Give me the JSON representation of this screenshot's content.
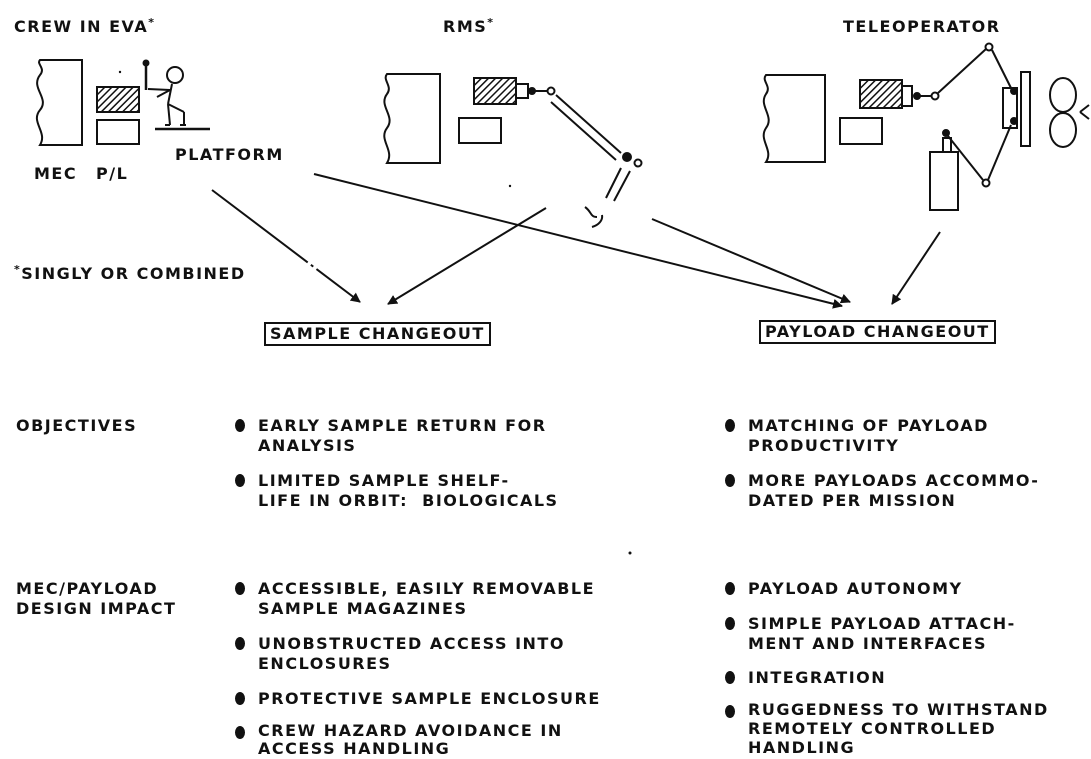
{
  "header": {
    "crew_label": "CREW IN EVA",
    "rms_label": "RMS",
    "teleop_label": "TELEOPERATOR",
    "asterisk": "*"
  },
  "diagram_labels": {
    "platform": "PLATFORM",
    "mec": "MEC",
    "pl": "P/L"
  },
  "footnote": "SINGLY OR COMBINED",
  "outcomes": {
    "sample_changeout": "SAMPLE CHANGEOUT",
    "payload_changeout": "PAYLOAD CHANGEOUT"
  },
  "rows": {
    "objectives_label": "OBJECTIVES",
    "impact_label_1": "MEC/PAYLOAD",
    "impact_label_2": "DESIGN IMPACT"
  },
  "sample_objectives": [
    {
      "line1": "EARLY SAMPLE RETURN FOR",
      "line2": "ANALYSIS"
    },
    {
      "line1": "LIMITED SAMPLE SHELF-",
      "line2": "LIFE IN ORBIT:  BIOLOGICALS"
    }
  ],
  "payload_objectives": [
    {
      "line1": "MATCHING OF PAYLOAD",
      "line2": "PRODUCTIVITY"
    },
    {
      "line1": "MORE PAYLOADS ACCOMMO-",
      "line2": "DATED PER MISSION"
    }
  ],
  "sample_impacts": [
    {
      "line1": "ACCESSIBLE, EASILY REMOVABLE",
      "line2": "SAMPLE MAGAZINES"
    },
    {
      "line1": "UNOBSTRUCTED ACCESS INTO",
      "line2": "ENCLOSURES"
    },
    {
      "line1": "PROTECTIVE SAMPLE ENCLOSURE",
      "line2": ""
    },
    {
      "line1": "CREW HAZARD AVOIDANCE IN",
      "line2": "ACCESS HANDLING"
    }
  ],
  "payload_impacts": [
    {
      "line1": "PAYLOAD AUTONOMY",
      "line2": ""
    },
    {
      "line1": "SIMPLE PAYLOAD ATTACH-",
      "line2": "MENT AND INTERFACES"
    },
    {
      "line1": "INTEGRATION",
      "line2": ""
    },
    {
      "line1": "RUGGEDNESS TO WITHSTAND",
      "line2": "REMOTELY CONTROLLED",
      "line3": "HANDLING"
    }
  ]
}
